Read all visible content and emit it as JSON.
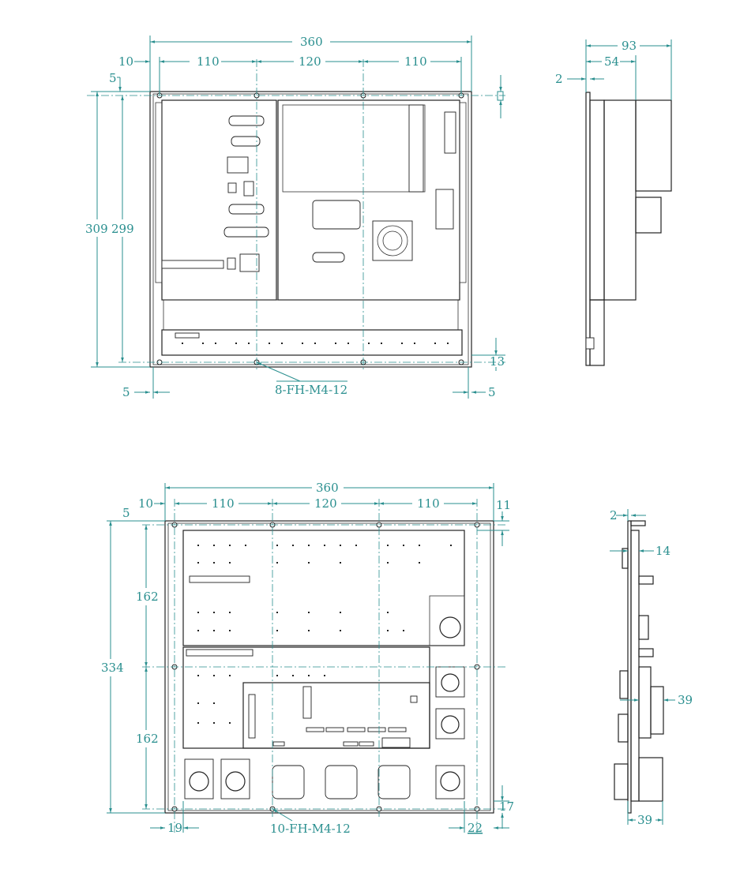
{
  "colors": {
    "dimension": "#2a8f8f",
    "outline": "#222222"
  },
  "top_front_view": {
    "overall_width": "360",
    "edge_offset": "10",
    "spacing_left": "110",
    "spacing_middle": "120",
    "spacing_right": "110",
    "top_offset": "5",
    "overall_height": "309",
    "inner_height": "299",
    "bottom_offset": "13",
    "left_margin": "5",
    "right_margin": "5",
    "screw_callout": "8-FH-M4-12"
  },
  "top_side_view": {
    "depth": "93",
    "depth_inner": "54",
    "panel_thickness": "2"
  },
  "bottom_front_view": {
    "overall_width": "360",
    "edge_offset": "10",
    "spacing_left": "110",
    "spacing_middle": "120",
    "spacing_right": "110",
    "top_right_offset": "11",
    "top_left_offset": "5",
    "upper_height": "162",
    "overall_height": "334",
    "lower_height": "162",
    "bottom_offset": "17",
    "left_margin": "19",
    "right_margin": "22",
    "screw_callout": "10-FH-M4-12"
  },
  "bottom_side_view": {
    "panel_thickness": "2",
    "depth_a": "14",
    "depth_b": "39",
    "depth_c": "39"
  }
}
